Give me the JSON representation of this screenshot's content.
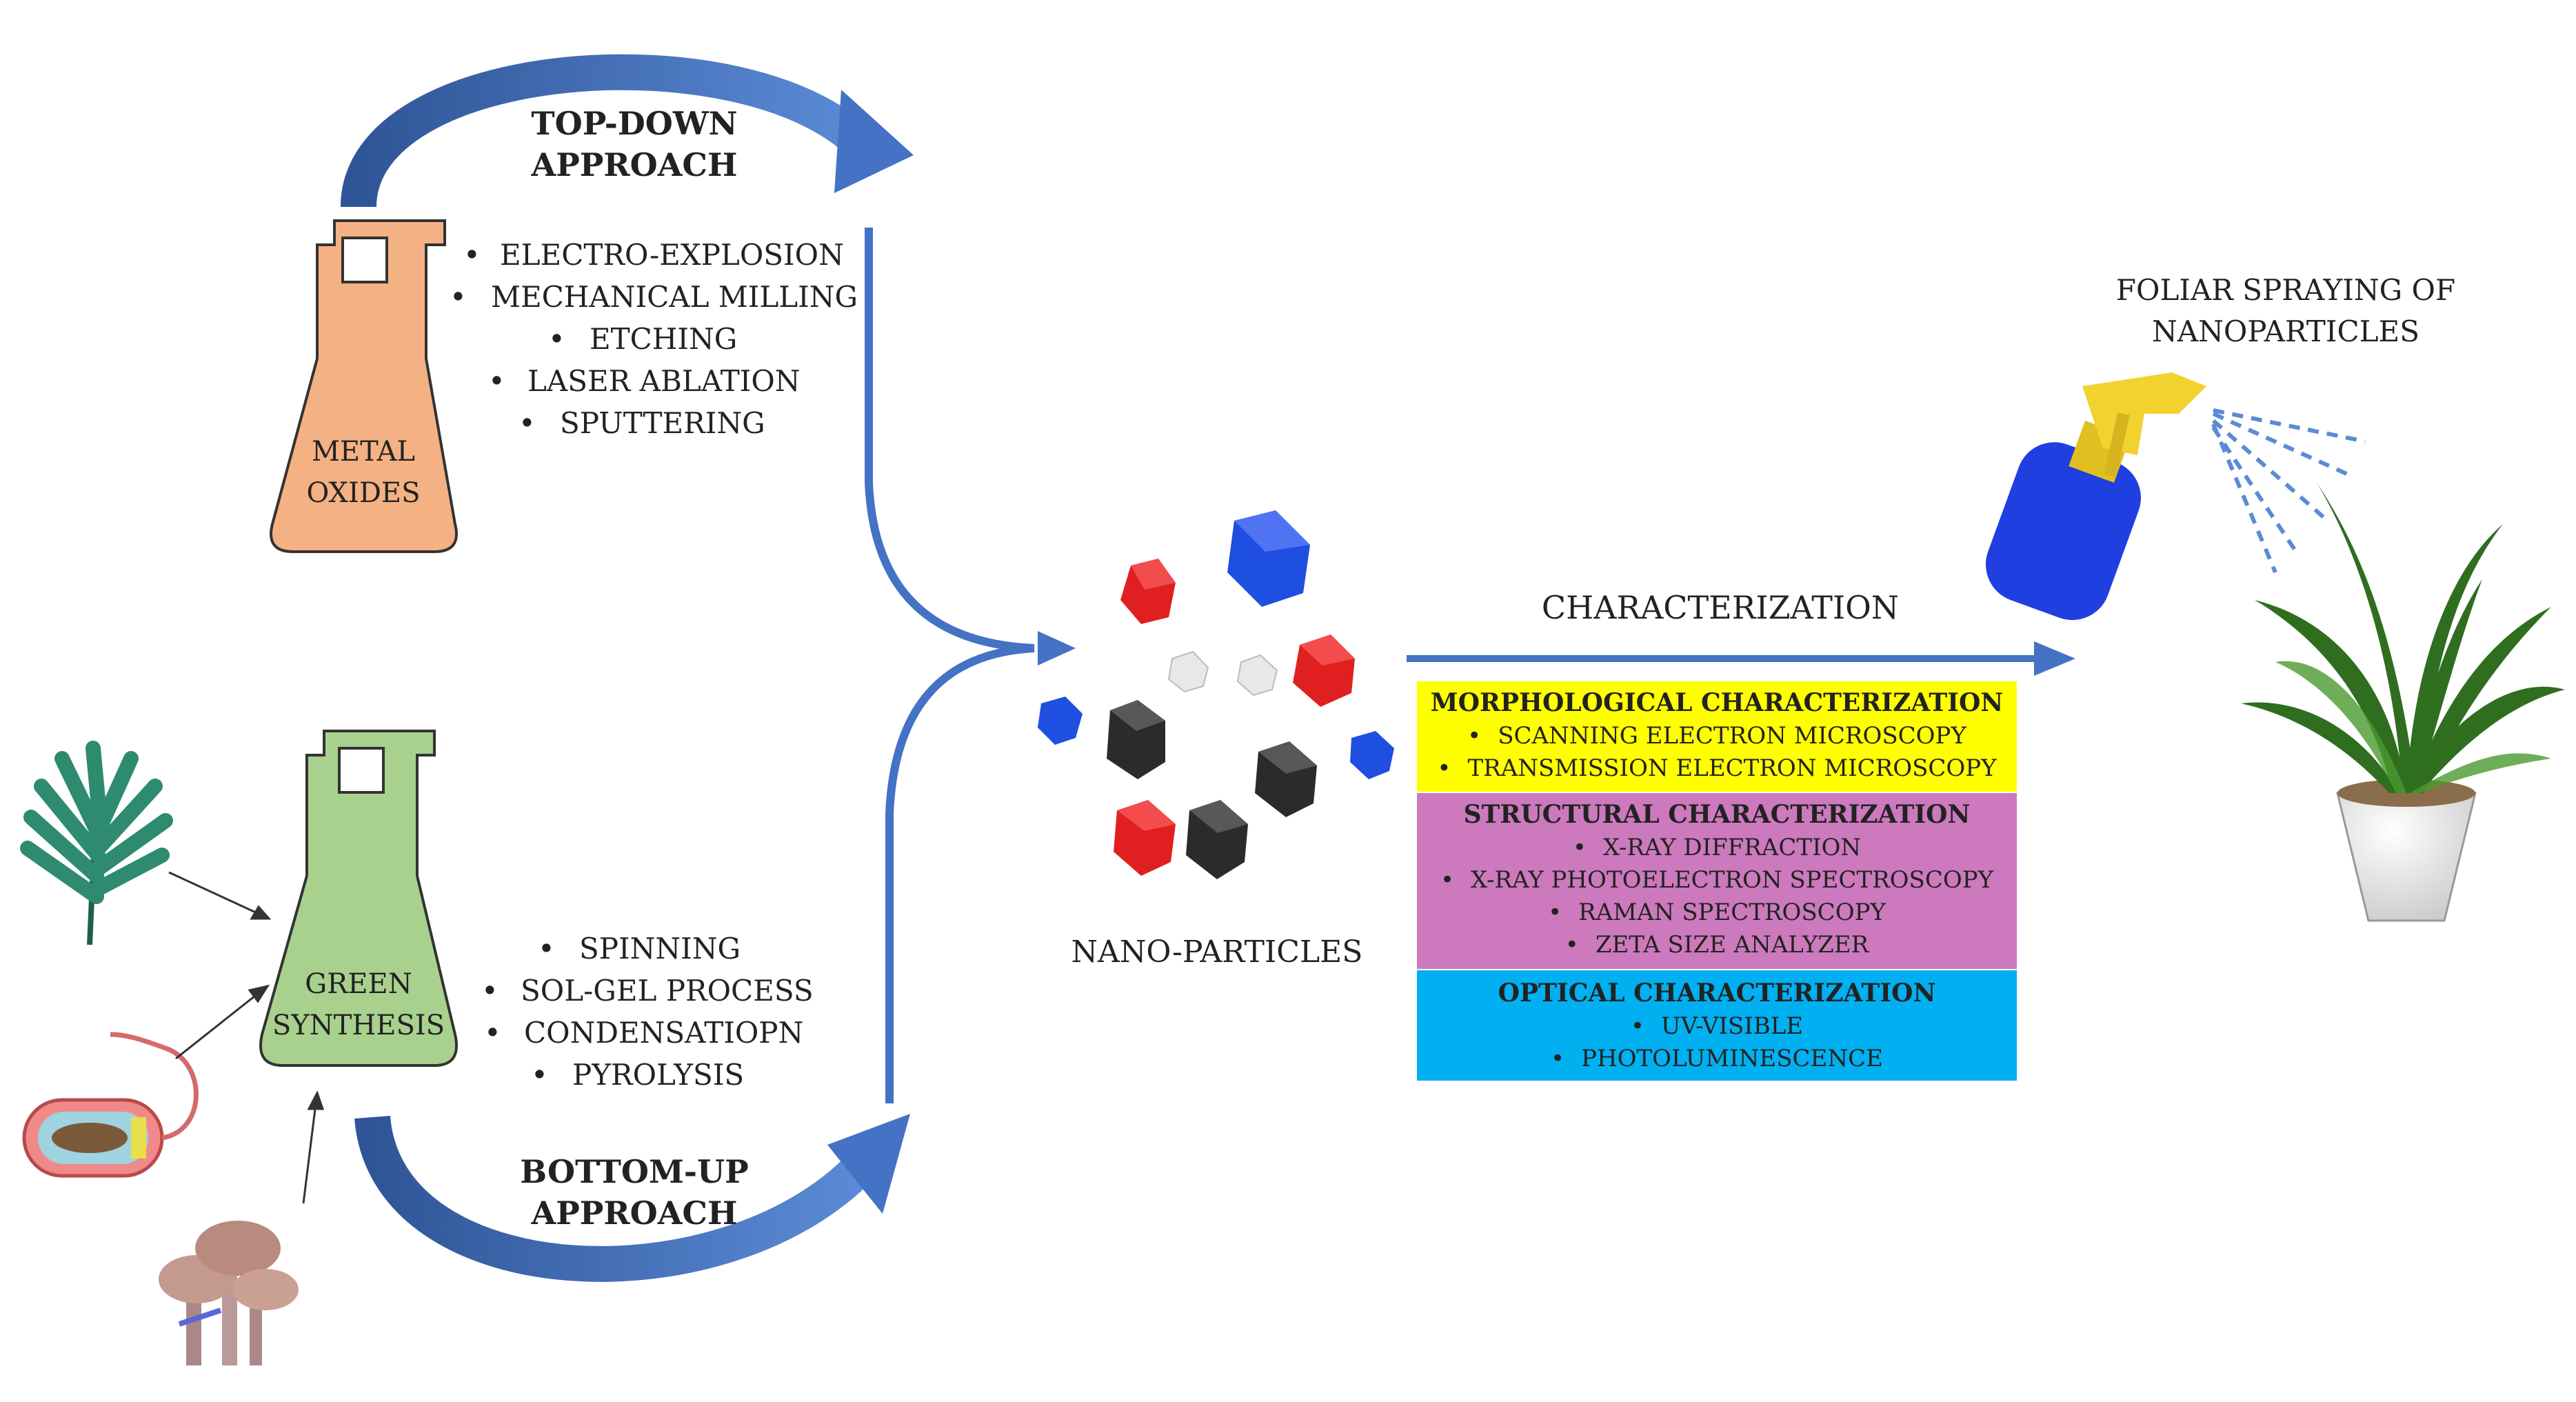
{
  "top_down": {
    "title_line1": "TOP-DOWN",
    "title_line2": "APPROACH",
    "flask_line1": "METAL",
    "flask_line2": "OXIDES",
    "methods": [
      "ELECTRO-EXPLOSION",
      "MECHANICAL MILLING",
      "ETCHING",
      "LASER ABLATION",
      "SPUTTERING"
    ]
  },
  "bottom_up": {
    "title_line1": "BOTTOM-UP",
    "title_line2": "APPROACH",
    "flask_line1": "GREEN",
    "flask_line2": "SYNTHESIS",
    "methods": [
      "SPINNING",
      "SOL-GEL PROCESS",
      "CONDENSATIOPN",
      "PYROLYSIS"
    ]
  },
  "nanoparticles_label": "NANO-PARTICLES",
  "characterization_label": "CHARACTERIZATION",
  "foliar": {
    "line1": "FOLIAR SPRAYING OF",
    "line2": "NANOPARTICLES"
  },
  "characterization_boxes": [
    {
      "title": "MORPHOLOGICAL CHARACTERIZATION",
      "color": "#ffff00",
      "items": [
        "SCANNING ELECTRON MICROSCOPY",
        "TRANSMISSION  ELECTRON MICROSCOPY"
      ]
    },
    {
      "title": "STRUCTURAL CHARACTERIZATION",
      "color": "#cc79bd",
      "items": [
        "X-RAY DIFFRACTION",
        "X-RAY PHOTOELECTRON SPECTROSCOPY",
        "RAMAN SPECTROSCOPY",
        "ZETA SIZE ANALYZER"
      ]
    },
    {
      "title": "OPTICAL CHARACTERIZATION",
      "color": "#00b0f0",
      "items": [
        "UV-VISIBLE",
        "PHOTOLUMINESCENCE"
      ]
    }
  ],
  "colors": {
    "arrow": "#4472c4",
    "flask_top": "#f4b183",
    "flask_bottom": "#a9d18e",
    "particle_red": "#e02020",
    "particle_blue": "#1f4fe0",
    "particle_black": "#2b2b2b",
    "particle_white": "#e8e8e8"
  }
}
